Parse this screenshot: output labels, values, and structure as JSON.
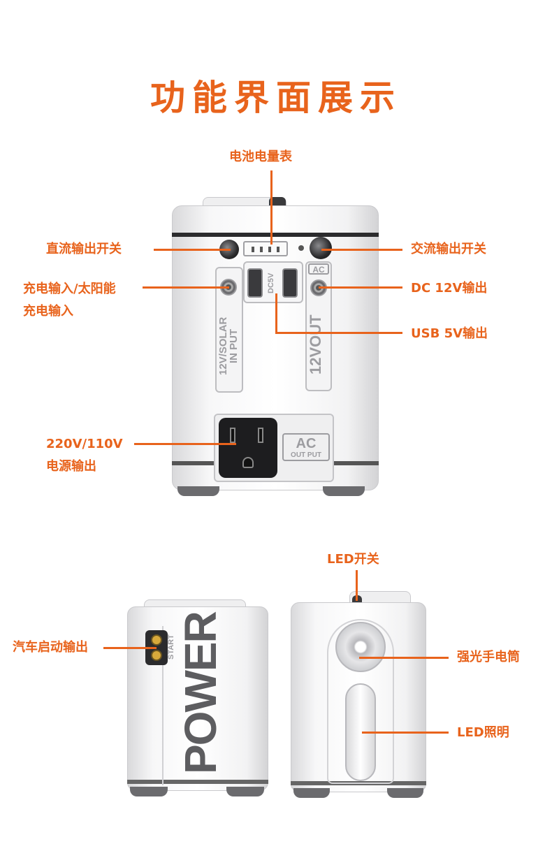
{
  "title": "功能界面展示",
  "labels": {
    "battery_meter": "电池电量表",
    "dc_switch": "直流输出开关",
    "ac_switch": "交流输出开关",
    "charge_input": "充电输入/太阳能\n充电输入",
    "dc12v_out": "DC 12V输出",
    "usb5v_out": "USB 5V输出",
    "ac_out": "220V/110V\n电源输出",
    "led_switch": "LED开关",
    "car_start": "汽车启动输出",
    "flashlight": "强光手电筒",
    "led_light": "LED照明"
  },
  "engravings": {
    "input_panel": "12V/SOLAR\nIN PUT",
    "dc5v": "DC5V",
    "ac_badge": "AC",
    "out_12v": "12VOUT",
    "ac_output_big": "AC",
    "ac_output_small": "OUT PUT",
    "start": "START",
    "power": "POWER"
  },
  "colors": {
    "accent": "#e8631c",
    "body": "#f7f7f8",
    "engrave": "#9c9ca0"
  }
}
